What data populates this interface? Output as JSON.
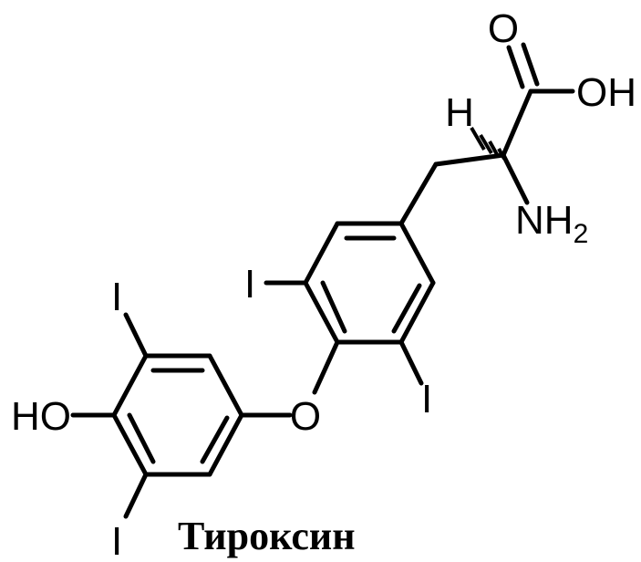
{
  "molecule": {
    "name": "Тироксин",
    "atoms": {
      "oxygen_carbonyl": "O",
      "hydroxyl_acid": "OH",
      "hydrogen_stereo": "H",
      "amine": "NH",
      "amine_subscript": "2",
      "iodine_top_left": "I",
      "iodine_mid": "I",
      "iodine_right": "I",
      "iodine_bottom": "I",
      "ether_oxygen": "O",
      "phenol_hydroxyl": "HO"
    }
  }
}
